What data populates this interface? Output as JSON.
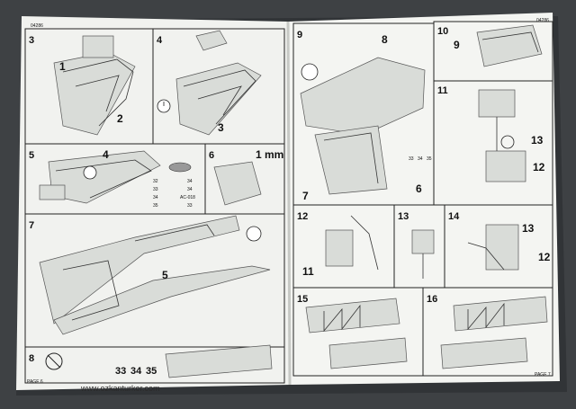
{
  "page_numbers": {
    "left_top": "04286",
    "right_top": "04286",
    "left_bottom": "PAGE 6",
    "right_bottom": "PAGE 7"
  },
  "watermark": "www.ozkanturker.com",
  "steps": {
    "s3": {
      "n": "3",
      "parts": [
        "1",
        "2"
      ]
    },
    "s4": {
      "n": "4",
      "parts": [
        "3"
      ]
    },
    "s5": {
      "n": "5",
      "parts": [
        "4"
      ],
      "paint_rows": [
        [
          "32",
          "34"
        ],
        [
          "33",
          "34"
        ],
        [
          "34",
          "AC-018"
        ],
        [
          "35",
          "33"
        ]
      ]
    },
    "s6": {
      "n": "6",
      "note": "1 mm"
    },
    "s7": {
      "n": "7",
      "parts": [
        "5"
      ]
    },
    "s8": {
      "n": "8",
      "parts": [
        "33",
        "34",
        "35"
      ]
    },
    "s9": {
      "n": "9",
      "parts": [
        "8",
        "7",
        "6"
      ],
      "decals": [
        "33",
        "34",
        "35"
      ]
    },
    "s10": {
      "n": "10",
      "parts": [
        "9"
      ]
    },
    "s11": {
      "n": "11",
      "parts": [
        "13",
        "12"
      ]
    },
    "s12": {
      "n": "12",
      "parts": [
        "11"
      ]
    },
    "s13": {
      "n": "13"
    },
    "s14": {
      "n": "14",
      "parts": [
        "13",
        "12"
      ]
    },
    "s15": {
      "n": "15"
    },
    "s16": {
      "n": "16"
    }
  },
  "colors": {
    "background": "#3e4144",
    "paper": "#f3f4f1",
    "ink": "#1a1a1a"
  }
}
